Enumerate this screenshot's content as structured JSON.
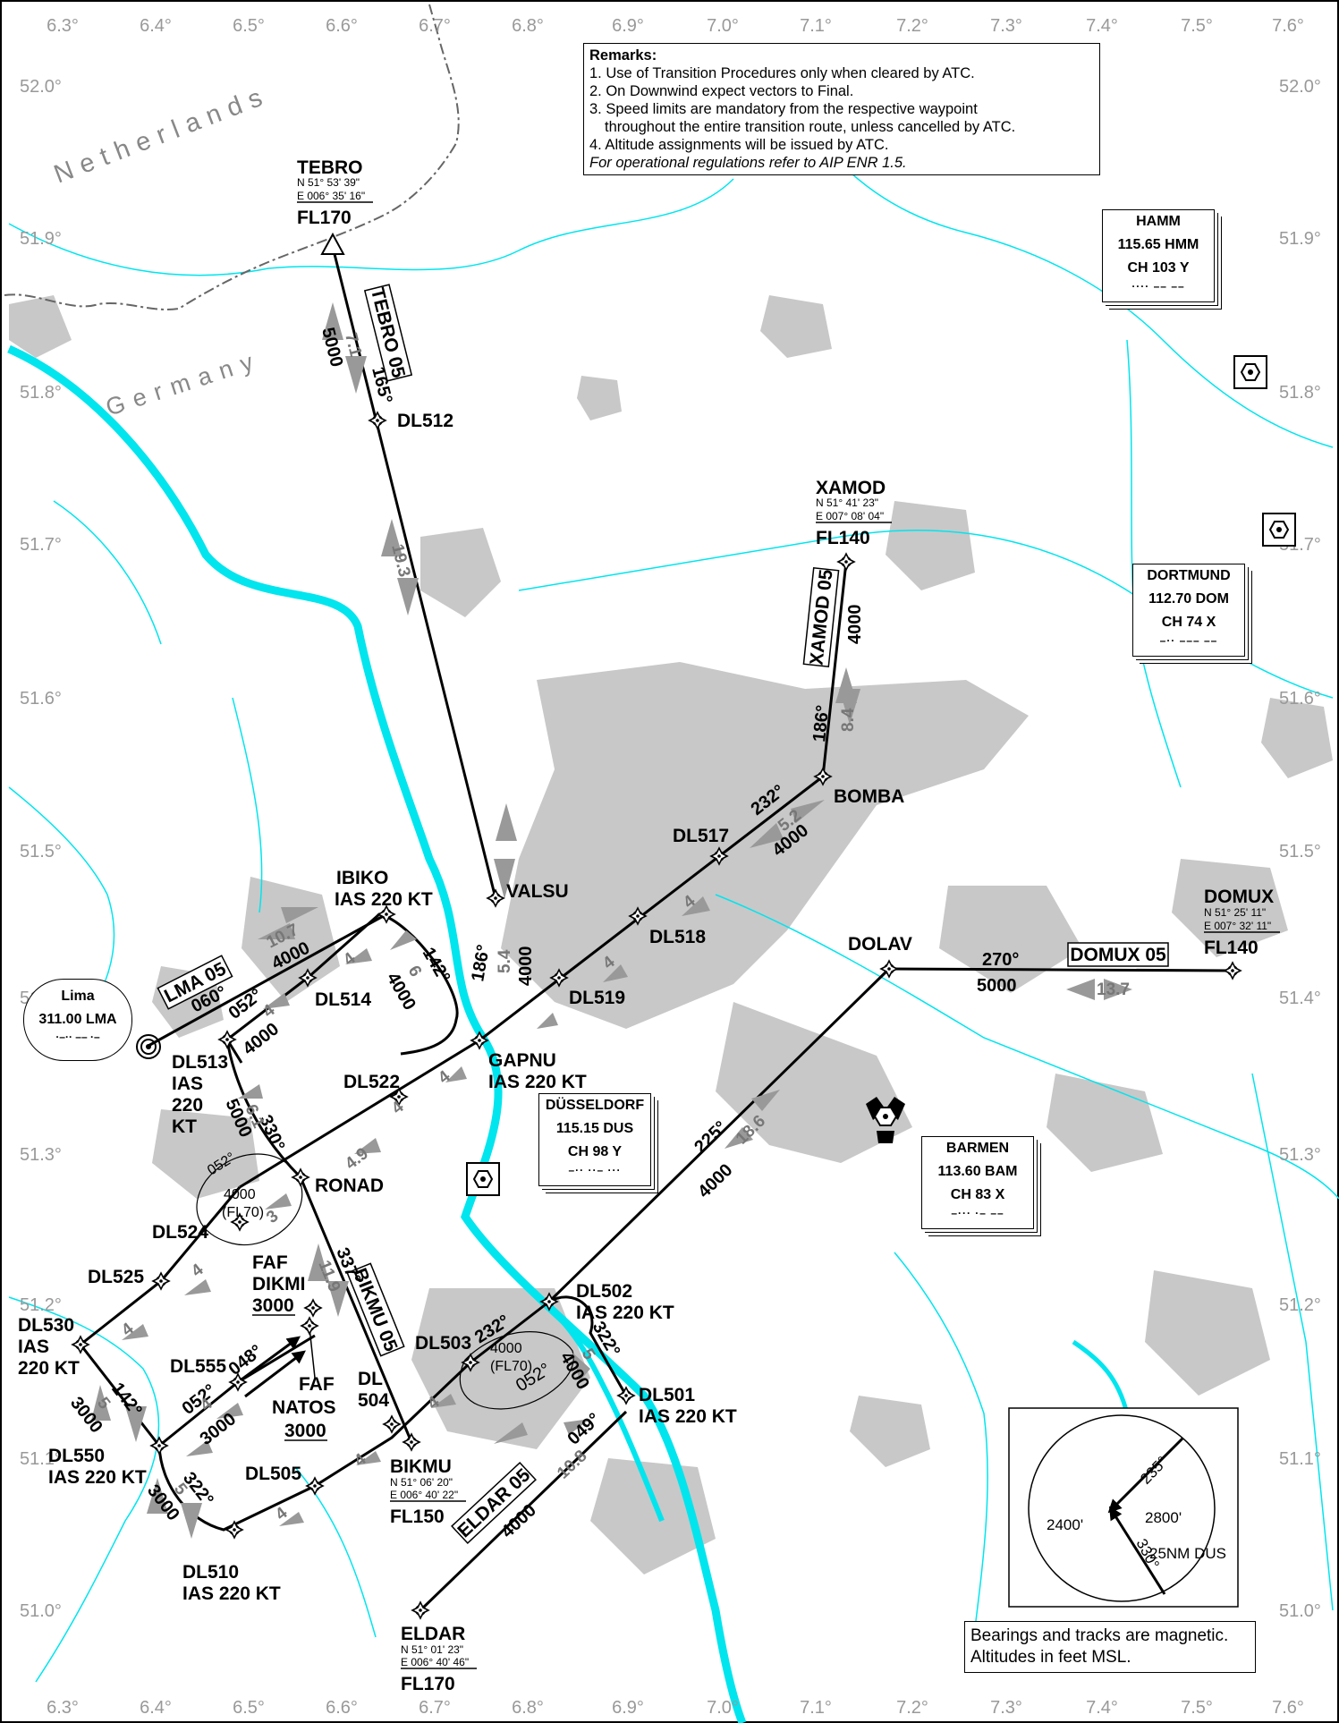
{
  "lon_labels": [
    "6.3°",
    "6.4°",
    "6.5°",
    "6.6°",
    "6.7°",
    "6.8°",
    "6.9°",
    "7.0°",
    "7.1°",
    "7.2°",
    "7.3°",
    "7.4°",
    "7.5°",
    "7.6°"
  ],
  "lat_labels": [
    "52.0°",
    "51.9°",
    "51.8°",
    "51.7°",
    "51.6°",
    "51.5°",
    "51.4°",
    "51.3°",
    "51.2°",
    "51.1°",
    "51.0°"
  ],
  "countries": {
    "netherlands": "Netherlands",
    "germany": "Germany"
  },
  "remarks": {
    "title": "Remarks:",
    "items": [
      "1. Use of Transition Procedures only when cleared by ATC.",
      "2. On Downwind expect vectors to Final.",
      "3. Speed limits are mandatory from the respective waypoint",
      "throughout the entire transition route, unless cancelled by ATC.",
      "4. Altitude assignments will be issued by ATC."
    ],
    "note": "For operational regulations refer to AIP ENR 1.5."
  },
  "navaids": {
    "hamm": {
      "name": "HAMM",
      "freq": "115.65  HMM",
      "ch": "CH 103 Y",
      "morse": "···· –– ––"
    },
    "dortmund": {
      "name": "DORTMUND",
      "freq": "112.70  DOM",
      "ch": "CH 74 X",
      "morse": "–·· ––– ––"
    },
    "dusseldorf": {
      "name": "DÜSSELDORF",
      "freq": "115.15  DUS",
      "ch": "CH 98 Y",
      "morse": "–·· ··– ···"
    },
    "barmen": {
      "name": "BARMEN",
      "freq": "113.60  BAM",
      "ch": "CH 83 X",
      "morse": "–··· ·– ––"
    },
    "lima": {
      "name": "Lima",
      "freq": "311.00  LMA",
      "morse": "·–·· –– ·–"
    }
  },
  "entry_points": {
    "tebro": {
      "name": "TEBRO",
      "lat": "N 51° 53' 39\"",
      "lon": "E 006° 35' 16\"",
      "level": "FL170"
    },
    "xamod": {
      "name": "XAMOD",
      "lat": "N 51° 41' 23\"",
      "lon": "E 007° 08' 04\"",
      "level": "FL140"
    },
    "domux": {
      "name": "DOMUX",
      "lat": "N 51° 25' 11\"",
      "lon": "E 007° 32' 11\"",
      "level": "FL140"
    },
    "bikmu": {
      "name": "BIKMU",
      "lat": "N 51° 06' 20\"",
      "lon": "E 006° 40' 22\"",
      "level": "FL150"
    },
    "eldar": {
      "name": "ELDAR",
      "lat": "N 51° 01' 23\"",
      "lon": "E 006° 40' 46\"",
      "level": "FL170"
    }
  },
  "waypoints": {
    "dl512": "DL512",
    "valsu": "VALSU",
    "ibiko": "IBIKO",
    "ibiko_speed": "IAS 220 KT",
    "bomba": "BOMBA",
    "dl517": "DL517",
    "dl518": "DL518",
    "dl519": "DL519",
    "gapnu": "GAPNU",
    "gapnu_speed": "IAS 220 KT",
    "dolav": "DOLAV",
    "dl514": "DL514",
    "dl513": "DL513",
    "dl513_s1": "IAS",
    "dl513_s2": "220",
    "dl513_s3": "KT",
    "dl522": "DL522",
    "ronad": "RONAD",
    "dl524": "DL524",
    "dl525": "DL525",
    "dl530": "DL530",
    "dl530_s1": "IAS",
    "dl530_s2": "220 KT",
    "dl550": "DL550",
    "dl550_speed": "IAS 220 KT",
    "dl510": "DL510",
    "dl510_speed": "IAS 220 KT",
    "dl505": "DL505",
    "dl504_a": "DL",
    "dl504_b": "504",
    "dl503": "DL503",
    "dl502": "DL502",
    "dl502_speed": "IAS 220 KT",
    "dl501": "DL501",
    "dl501_speed": "IAS 220 KT",
    "dl555": "DL555",
    "faf1": "FAF",
    "dikmi": "DIKMI",
    "dikmi_alt": "3000",
    "faf2": "FAF",
    "natos": "NATOS",
    "natos_alt": "3000"
  },
  "procedures": {
    "tebro": "TEBRO 05",
    "xamod": "XAMOD 05",
    "domux": "DOMUX 05",
    "lma": "LMA 05",
    "bikmu": "BIKMU 05",
    "eldar": "ELDAR 05"
  },
  "annotations": {
    "tebro_track": "165°",
    "tebro_alt": "5000",
    "tebro_dist1": "7.1",
    "tebro_dist2": "19.3",
    "valsu_track": "186°",
    "valsu_alt": "4000",
    "valsu_dist": "5.4",
    "xamod_alt": "4000",
    "xamod_dist": "8.4",
    "xamod_track": "186°",
    "bomba_track": "232°",
    "bomba_dist": "5.2",
    "bomba_alt": "4000",
    "dl518_dist": "4",
    "dl519_dist": "4",
    "domux_track": "270°",
    "domux_alt": "5000",
    "domux_dist": "13.7",
    "dolav_track": "225°",
    "dolav_alt": "4000",
    "dolav_dist": "18.6",
    "lma_dist": "10.7",
    "lma_alt": "4000",
    "lma_track": "060°",
    "dl513_track": "052°",
    "dl513_alt": "4000",
    "dl513_dist": "4",
    "ibiko_dist": "4",
    "ibiko_dist2": "6",
    "ibiko_alt": "4000",
    "ibiko_track": "142°",
    "gapnu_dist": "4",
    "dl522_dist": "4",
    "ronad_track": "330°",
    "ronad_alt": "5000",
    "ronad_dist": "6.1",
    "ronad_dist2": "4.9",
    "hold_n_track": "052°",
    "hold_n_alt": "4000",
    "hold_n_fl": "(FL70)",
    "dl524_dist": "3",
    "dl525_dist": "4",
    "dl530_dist": "4",
    "bikmu_track": "337°",
    "bikmu_dist": "11.9",
    "dl555_track": "048°",
    "dl550_track1": "052°",
    "dl550_alt1": "3000",
    "dl550_dist1": "4",
    "dl530_track": "142°",
    "dl530_dist2": "5",
    "dl530_alt": "3000",
    "dl510_track": "322°",
    "dl510_alt": "3000",
    "dl510_dist": "5",
    "dl510_dist2": "4",
    "dl505_dist": "4",
    "dl504_dist": "4",
    "hold_s_track1": "232°",
    "hold_s_alt": "4000",
    "hold_s_fl": "(FL70)",
    "hold_s_track2": "052°",
    "dl502_track": "322°",
    "dl502_alt": "4000",
    "dl502_dist": "5",
    "eldar_track": "049°",
    "eldar_dist": "10.8",
    "eldar_alt": "4000"
  },
  "msa": {
    "sector1": "2400'",
    "sector2": "2800'",
    "radius": "25NM DUS",
    "bearing1": "235°",
    "bearing2": "330°"
  },
  "footer_note": {
    "line1": "Bearings and tracks are magnetic.",
    "line2": "Altitudes in feet MSL."
  },
  "colors": {
    "river": "#00e5ee",
    "urban": "#c8c8c8",
    "track": "#000000",
    "distance": "#777777",
    "grid_label": "#999999"
  }
}
